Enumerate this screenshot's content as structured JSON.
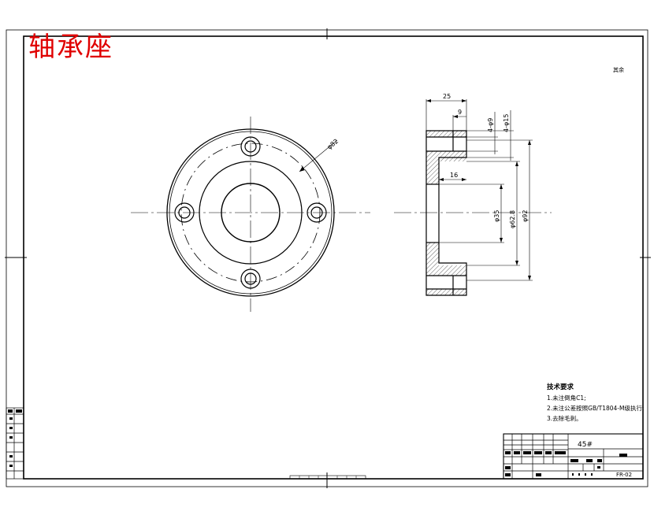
{
  "drawing": {
    "title": "轴承座",
    "title_color": "#e00000",
    "corner_label": "其余",
    "material": "45#",
    "drawing_number": "FR-02",
    "technical_requirements": {
      "heading": "技术要求",
      "items": [
        "1.未注倒角C1;",
        "2.未注公差按照GB/T1804-M级执行;",
        "3.去除毛刺。"
      ]
    }
  },
  "dimensions": {
    "length_total": "25",
    "slot_width": "9",
    "bore_depth": "16",
    "small_holes": "4-φ9",
    "counterbore": "4-φ15",
    "bolt_circle": "φ82",
    "bore": "φ35",
    "spigot": "φ62.8",
    "outer": "φ92"
  }
}
